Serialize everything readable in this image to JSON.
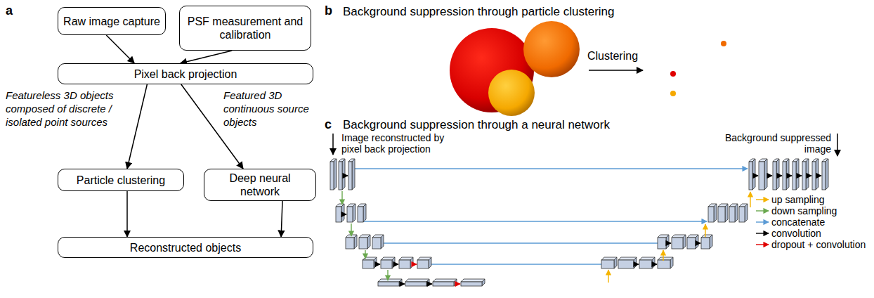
{
  "diagram": {
    "nodes": [
      {
        "text": [
          "Raw image capture"
        ]
      },
      {
        "text": [
          "PSF measurement and calibration"
        ]
      },
      {
        "text": [
          "Pixel back projection"
        ]
      },
      {
        "text": [
          "Particle clustering"
        ]
      },
      {
        "text": [
          "Deep neural network"
        ]
      },
      {
        "text": [
          "Reconstructed objects"
        ]
      }
    ],
    "edges": [
      {
        "from": 0,
        "to": 2,
        "arrow": "to"
      },
      {
        "from": 1,
        "to": 2,
        "arrow": "to"
      },
      {
        "from": 2,
        "to": 3,
        "arrow": "to",
        "label": "Featureless 3D objects composed of discrete / isolated point sources"
      },
      {
        "from": 2,
        "to": 4,
        "arrow": "to",
        "label": "Featured 3D continuous source objects"
      },
      {
        "from": 3,
        "to": 5,
        "arrow": "to"
      },
      {
        "from": 4,
        "to": 5,
        "arrow": "to"
      }
    ],
    "labels": [
      "a",
      "b",
      "Background suppression through particle clustering",
      "Clustering",
      "c",
      "Background suppression through a neural network",
      "Image reconstructed by pixel back projection",
      "Background suppressed image"
    ],
    "legend": [
      {
        "text": "up sampling"
      },
      {
        "text": "down sampling"
      },
      {
        "text": "concatenate"
      },
      {
        "text": "convolution"
      },
      {
        "text": "dropout + convolution"
      }
    ]
  }
}
